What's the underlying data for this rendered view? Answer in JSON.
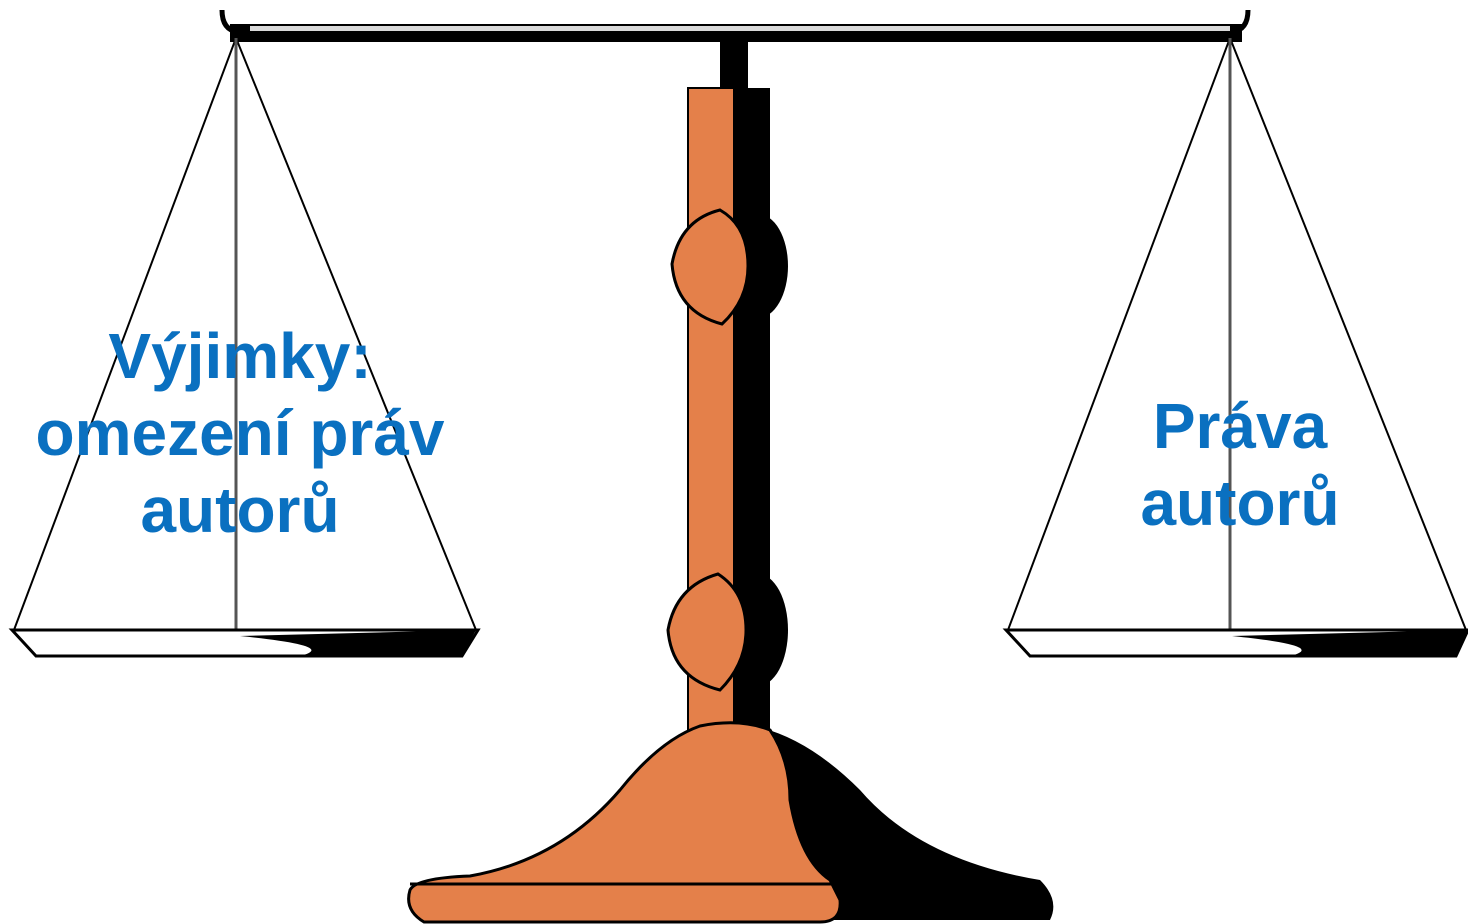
{
  "colors": {
    "label_text": "#0a70c0",
    "stand_fill": "#e4804a",
    "outline": "#000000",
    "background": "#ffffff"
  },
  "left_pan": {
    "lines": [
      "Výjimky:",
      "omezení práv",
      "autorů"
    ]
  },
  "right_pan": {
    "lines": [
      "Práva",
      "autorů"
    ]
  },
  "icons": {
    "figure": "balance-scale-icon"
  }
}
